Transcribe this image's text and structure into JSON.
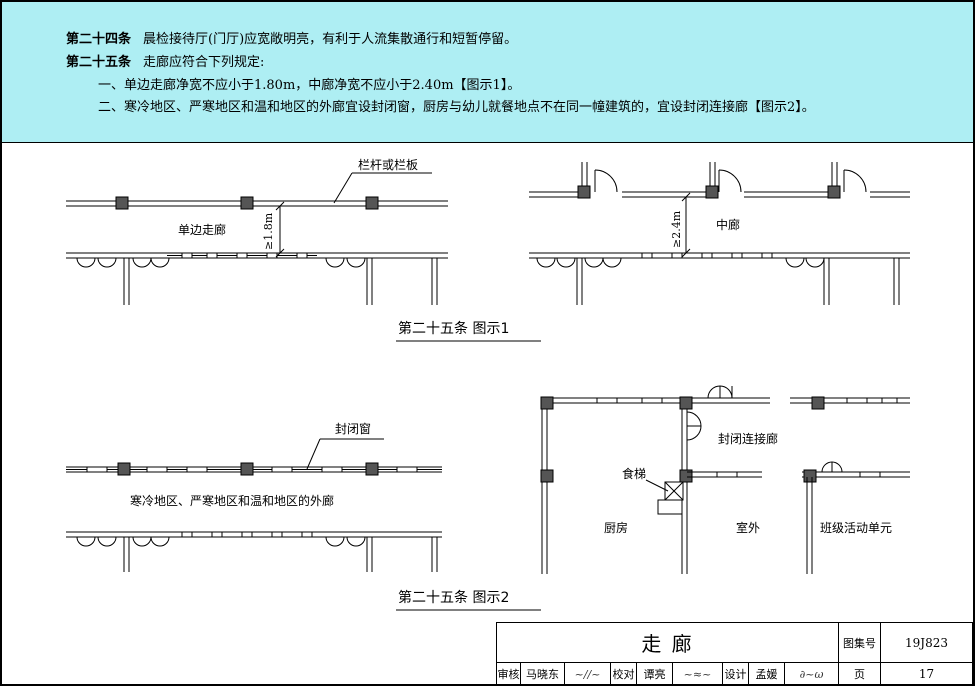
{
  "header": {
    "clause24": {
      "num": "第二十四条",
      "text": "晨检接待厅(门厅)应宽敞明亮，有利于人流集散通行和短暂停留。"
    },
    "clause25": {
      "num": "第二十五条",
      "text": "走廊应符合下列规定:"
    },
    "item1": "一、单边走廊净宽不应小于1.80m，中廊净宽不应小于2.40m【图示1】。",
    "item2": "二、寒冷地区、严寒地区和温和地区的外廊宜设封闭窗，厨房与幼儿就餐地点不在同一幢建筑的，宜设封闭连接廊【图示2】。"
  },
  "figure1": {
    "label_railing": "栏杆或栏板",
    "label_single": "单边走廊",
    "dim_single": "≥1.8m",
    "dim_middle": "≥2.4m",
    "label_middle": "中廊",
    "caption": "第二十五条 图示1"
  },
  "figure2": {
    "label_window": "封闭窗",
    "label_outer": "寒冷地区、严寒地区和温和地区的外廊",
    "label_corridor": "封闭连接廊",
    "label_lift": "食梯",
    "label_kitchen": "厨房",
    "label_outdoor": "室外",
    "label_unit": "班级活动单元",
    "caption": "第二十五条 图示2"
  },
  "title_block": {
    "title": "走 廊",
    "atlas_label": "图集号",
    "atlas_no": "19J823",
    "review_label": "审核",
    "reviewer": "马晓东",
    "check_label": "校对",
    "checker": "谭亮",
    "design_label": "设计",
    "designer": "孟媛",
    "page_label": "页",
    "page_no": "17"
  }
}
